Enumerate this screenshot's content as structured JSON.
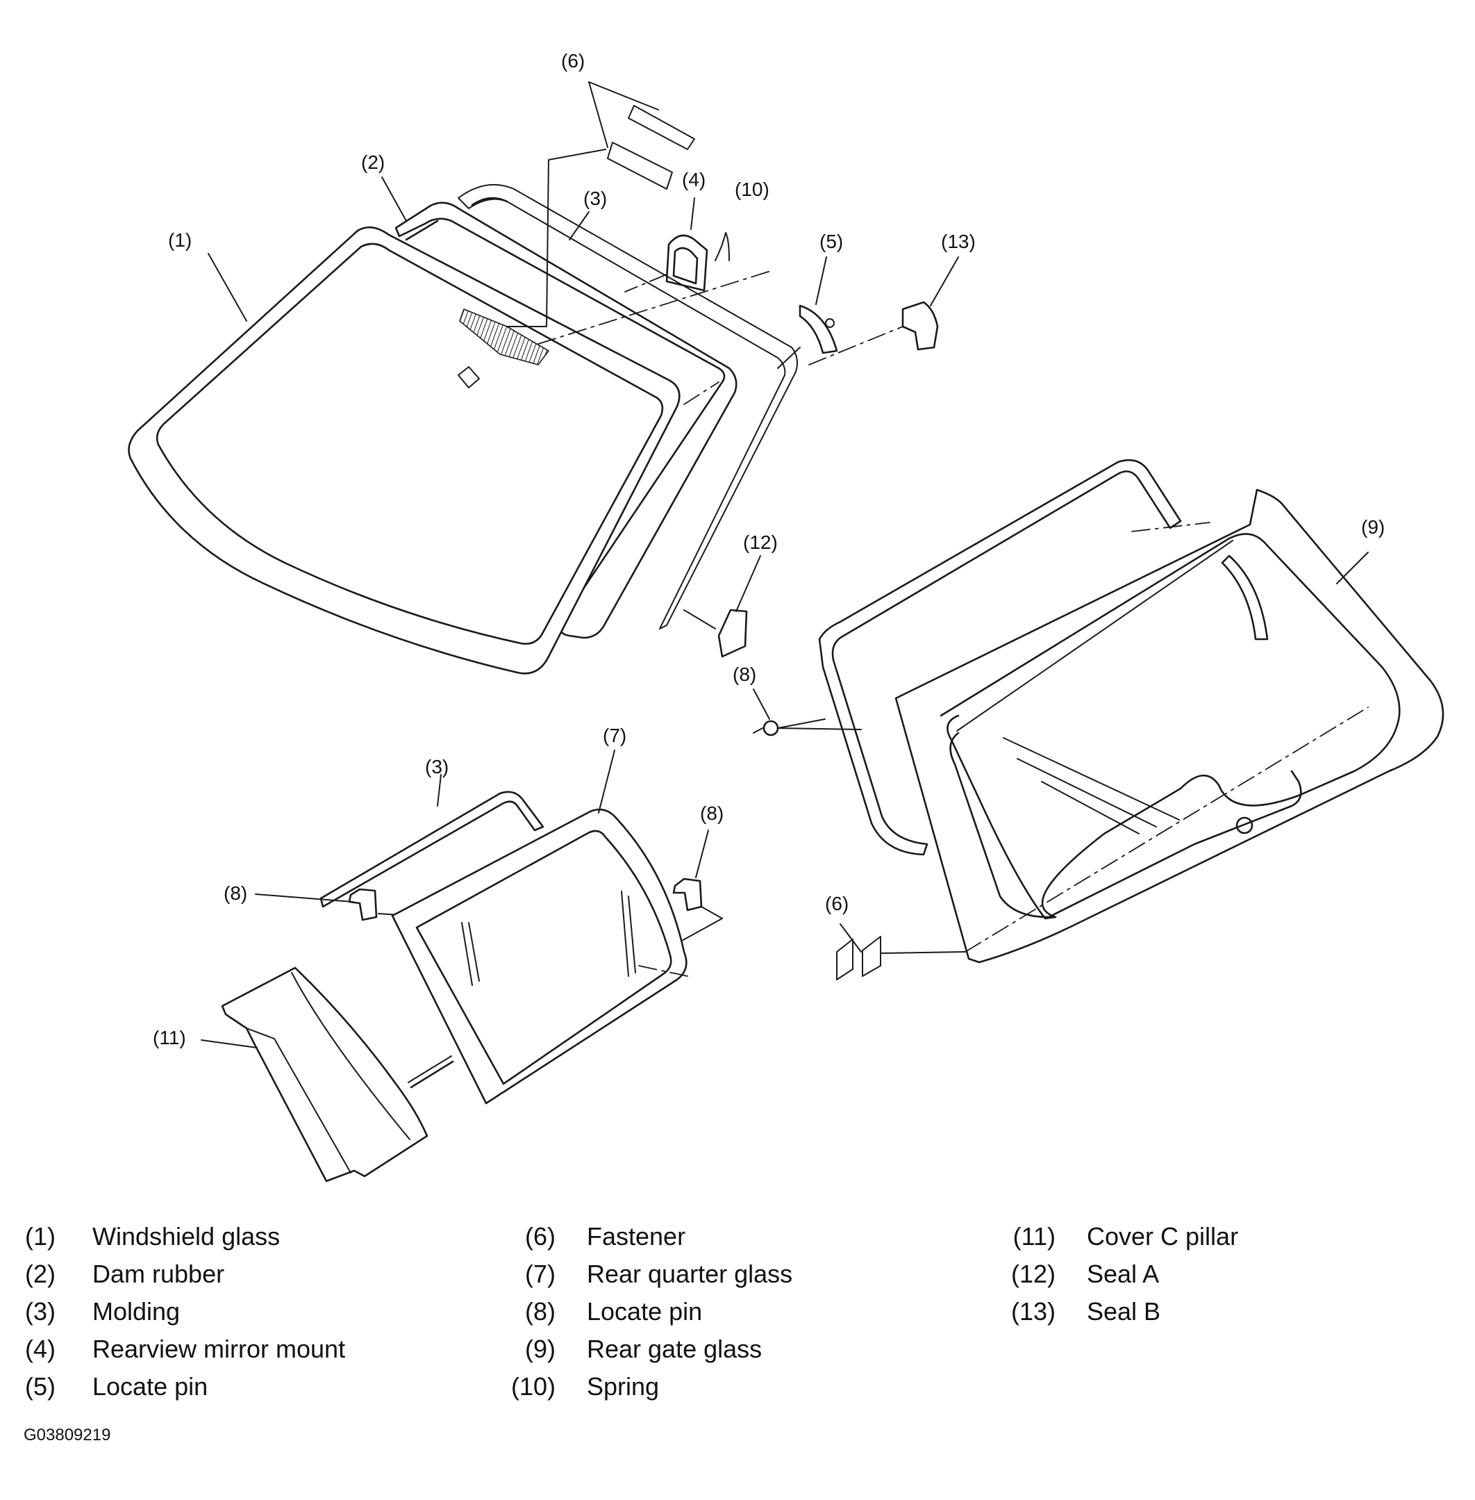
{
  "callouts": {
    "c1": "(1)",
    "c2": "(2)",
    "c3a": "(3)",
    "c3b": "(3)",
    "c4": "(4)",
    "c5": "(5)",
    "c6a": "(6)",
    "c6b": "(6)",
    "c7": "(7)",
    "c8a": "(8)",
    "c8b": "(8)",
    "c8c": "(8)",
    "c9": "(9)",
    "c10": "(10)",
    "c11": "(11)",
    "c12": "(12)",
    "c13": "(13)"
  },
  "legend": [
    {
      "num": "(1)",
      "text": "Windshield glass"
    },
    {
      "num": "(2)",
      "text": "Dam rubber"
    },
    {
      "num": "(3)",
      "text": "Molding"
    },
    {
      "num": "(4)",
      "text": "Rearview mirror mount"
    },
    {
      "num": "(5)",
      "text": "Locate pin"
    },
    {
      "num": "(6)",
      "text": "Fastener"
    },
    {
      "num": "(7)",
      "text": "Rear quarter glass"
    },
    {
      "num": "(8)",
      "text": "Locate pin"
    },
    {
      "num": "(9)",
      "text": "Rear gate glass"
    },
    {
      "num": "(10)",
      "text": "Spring"
    },
    {
      "num": "(11)",
      "text": "Cover C pillar"
    },
    {
      "num": "(12)",
      "text": "Seal A"
    },
    {
      "num": "(13)",
      "text": "Seal B"
    }
  ],
  "figure_code": "G03809219"
}
